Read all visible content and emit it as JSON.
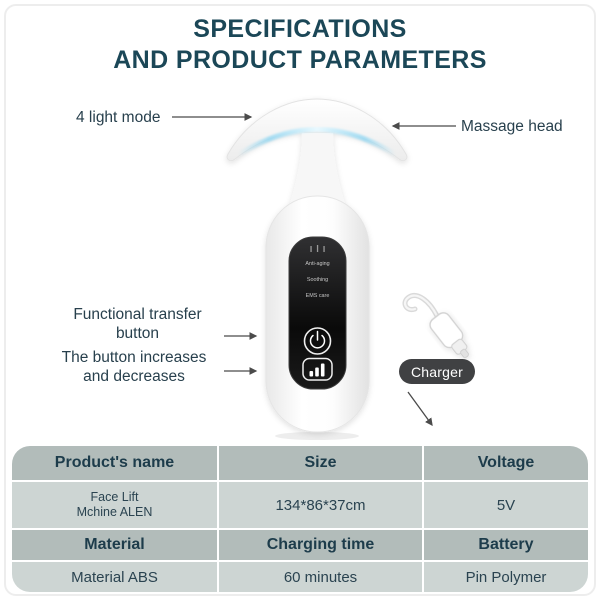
{
  "title": {
    "line1": "SPECIFICATIONS",
    "line2": "AND PRODUCT PARAMETERS"
  },
  "callouts": {
    "light_mode": "4 light mode",
    "massage_head": "Massage head",
    "transfer_line1": "Functional transfer",
    "transfer_line2": "button",
    "buttons_line1": "The button increases",
    "buttons_line2": "and decreases",
    "charger": "Charger"
  },
  "device": {
    "panel_modes": [
      "Anti-aging",
      "Soothing",
      "EMS care"
    ]
  },
  "spec_table": {
    "rows": [
      {
        "kind": "header",
        "cells": [
          "Product's name",
          "Size",
          "Voltage"
        ]
      },
      {
        "kind": "value",
        "cells": [
          "Face Lift\nMchine ALEN",
          "134*86*37cm",
          "5V"
        ]
      },
      {
        "kind": "header",
        "cells": [
          "Material",
          "Charging time",
          "Battery"
        ]
      },
      {
        "kind": "value",
        "cells": [
          "Material ABS",
          "60 minutes",
          "Pin Polymer"
        ]
      }
    ]
  },
  "colors": {
    "title": "#1b4757",
    "label": "#28404d",
    "table_header_bg": "#b2bcba",
    "table_value_bg": "#cdd5d3",
    "badge_bg": "#404143",
    "light_glow": "#9ad9f2"
  }
}
